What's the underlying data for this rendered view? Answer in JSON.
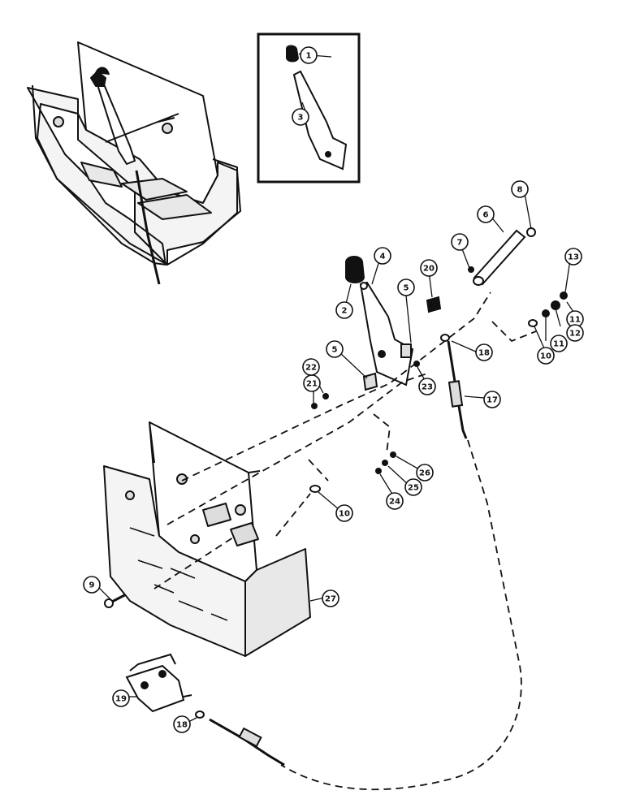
{
  "diagram": {
    "callouts": [
      {
        "id": "c1",
        "label": "1"
      },
      {
        "id": "c2",
        "label": "2"
      },
      {
        "id": "c3",
        "label": "3"
      },
      {
        "id": "c4",
        "label": "4"
      },
      {
        "id": "c5a",
        "label": "5"
      },
      {
        "id": "c5b",
        "label": "5"
      },
      {
        "id": "c6",
        "label": "6"
      },
      {
        "id": "c7",
        "label": "7"
      },
      {
        "id": "c8",
        "label": "8"
      },
      {
        "id": "c9",
        "label": "9"
      },
      {
        "id": "c10a",
        "label": "10"
      },
      {
        "id": "c10b",
        "label": "10"
      },
      {
        "id": "c11a",
        "label": "11"
      },
      {
        "id": "c11b",
        "label": "11"
      },
      {
        "id": "c12",
        "label": "12"
      },
      {
        "id": "c13",
        "label": "13"
      },
      {
        "id": "c17",
        "label": "17"
      },
      {
        "id": "c18a",
        "label": "18"
      },
      {
        "id": "c18b",
        "label": "18"
      },
      {
        "id": "c19",
        "label": "19"
      },
      {
        "id": "c20",
        "label": "20"
      },
      {
        "id": "c21",
        "label": "21"
      },
      {
        "id": "c22",
        "label": "22"
      },
      {
        "id": "c23",
        "label": "23"
      },
      {
        "id": "c24",
        "label": "24"
      },
      {
        "id": "c25",
        "label": "25"
      },
      {
        "id": "c26",
        "label": "26"
      },
      {
        "id": "c27",
        "label": "27"
      }
    ]
  },
  "colors": {
    "ink": "#111111",
    "paper": "#ffffff",
    "shade": "#d9d9d9"
  }
}
